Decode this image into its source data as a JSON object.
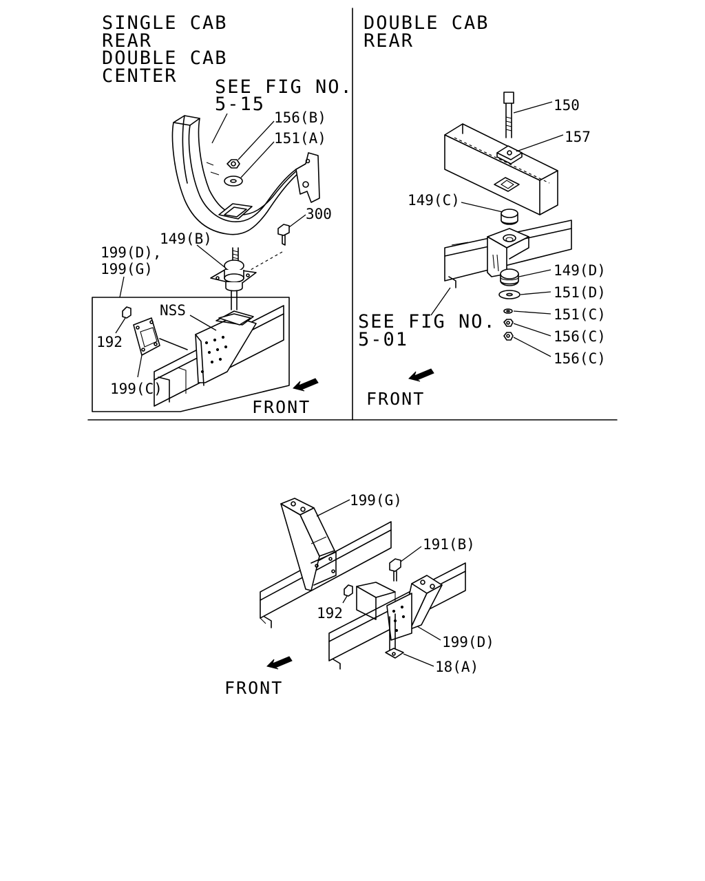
{
  "left_panel": {
    "header_lines": [
      "SINGLE CAB",
      "REAR",
      "DOUBLE CAB",
      "CENTER"
    ],
    "see_fig_lines": [
      "SEE FIG NO.",
      "5-15"
    ],
    "labels": {
      "p156b": "156(B)",
      "p151a": "151(A)",
      "p300": "300",
      "p149b": "149(B)",
      "p199dg_1": "199(D),",
      "p199dg_2": "199(G)",
      "nss": "NSS",
      "p192": "192",
      "p199c": "199(C)"
    },
    "front": "FRONT"
  },
  "right_panel": {
    "header_lines": [
      "DOUBLE CAB",
      "REAR"
    ],
    "see_fig_lines": [
      "SEE FIG NO.",
      "5-01"
    ],
    "labels": {
      "p150": "150",
      "p157": "157",
      "p149c": "149(C)",
      "p149d": "149(D)",
      "p151d": "151(D)",
      "p151c": "151(C)",
      "p156c_1": "156(C)",
      "p156c_2": "156(C)"
    },
    "front": "FRONT"
  },
  "bottom": {
    "labels": {
      "p199g": "199(G)",
      "p191b": "191(B)",
      "p192": "192",
      "p199d": "199(D)",
      "p18a": "18(A)"
    },
    "front": "FRONT"
  }
}
